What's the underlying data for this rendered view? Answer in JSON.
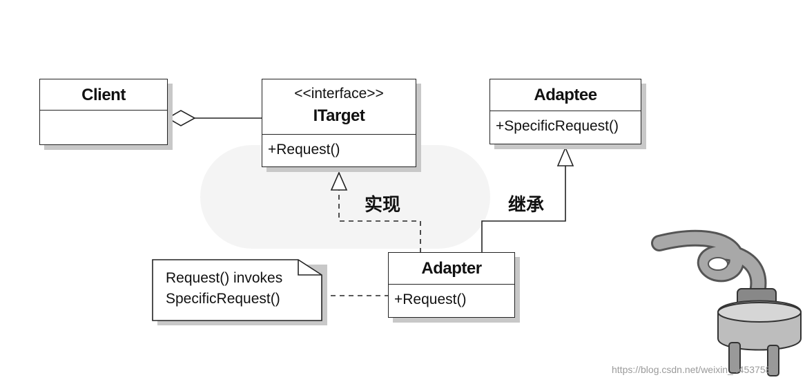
{
  "classes": {
    "client": {
      "name": "Client"
    },
    "itarget": {
      "stereotype": "<<interface>>",
      "name": "ITarget",
      "op": "+Request()"
    },
    "adaptee": {
      "name": "Adaptee",
      "op": "+SpecificRequest()"
    },
    "adapter": {
      "name": "Adapter",
      "op": "+Request()"
    }
  },
  "labels": {
    "implements": "实现",
    "inherits": "继承"
  },
  "note": {
    "line1": "Request() invokes",
    "line2": "SpecificRequest()"
  },
  "watermark": "https://blog.csdn.net/weixin_44537586",
  "colors": {
    "line": "#222222",
    "shadow": "#c8c8c8",
    "hose": "#8e8e8e"
  }
}
